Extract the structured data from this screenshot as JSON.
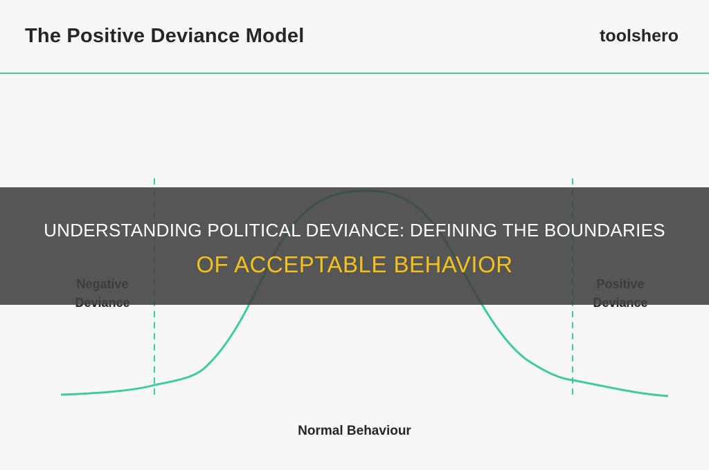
{
  "header": {
    "title": "The Positive Deviance Model",
    "brand": "toolshero"
  },
  "diagram": {
    "left_label_line1": "Negative",
    "left_label_line2": "Deviance",
    "right_label_line1": "Positive",
    "right_label_line2": "Deviance",
    "bottom_label": "Normal Behaviour",
    "curve_color": "#3dcc9a",
    "accent_color": "#3dcc9a"
  },
  "overlay": {
    "line1": "UNDERSTANDING POLITICAL DEVIANCE: DEFINING THE BOUNDARIES",
    "line2": "OF ACCEPTABLE BEHAVIOR",
    "line2_color": "#f4c01c"
  }
}
